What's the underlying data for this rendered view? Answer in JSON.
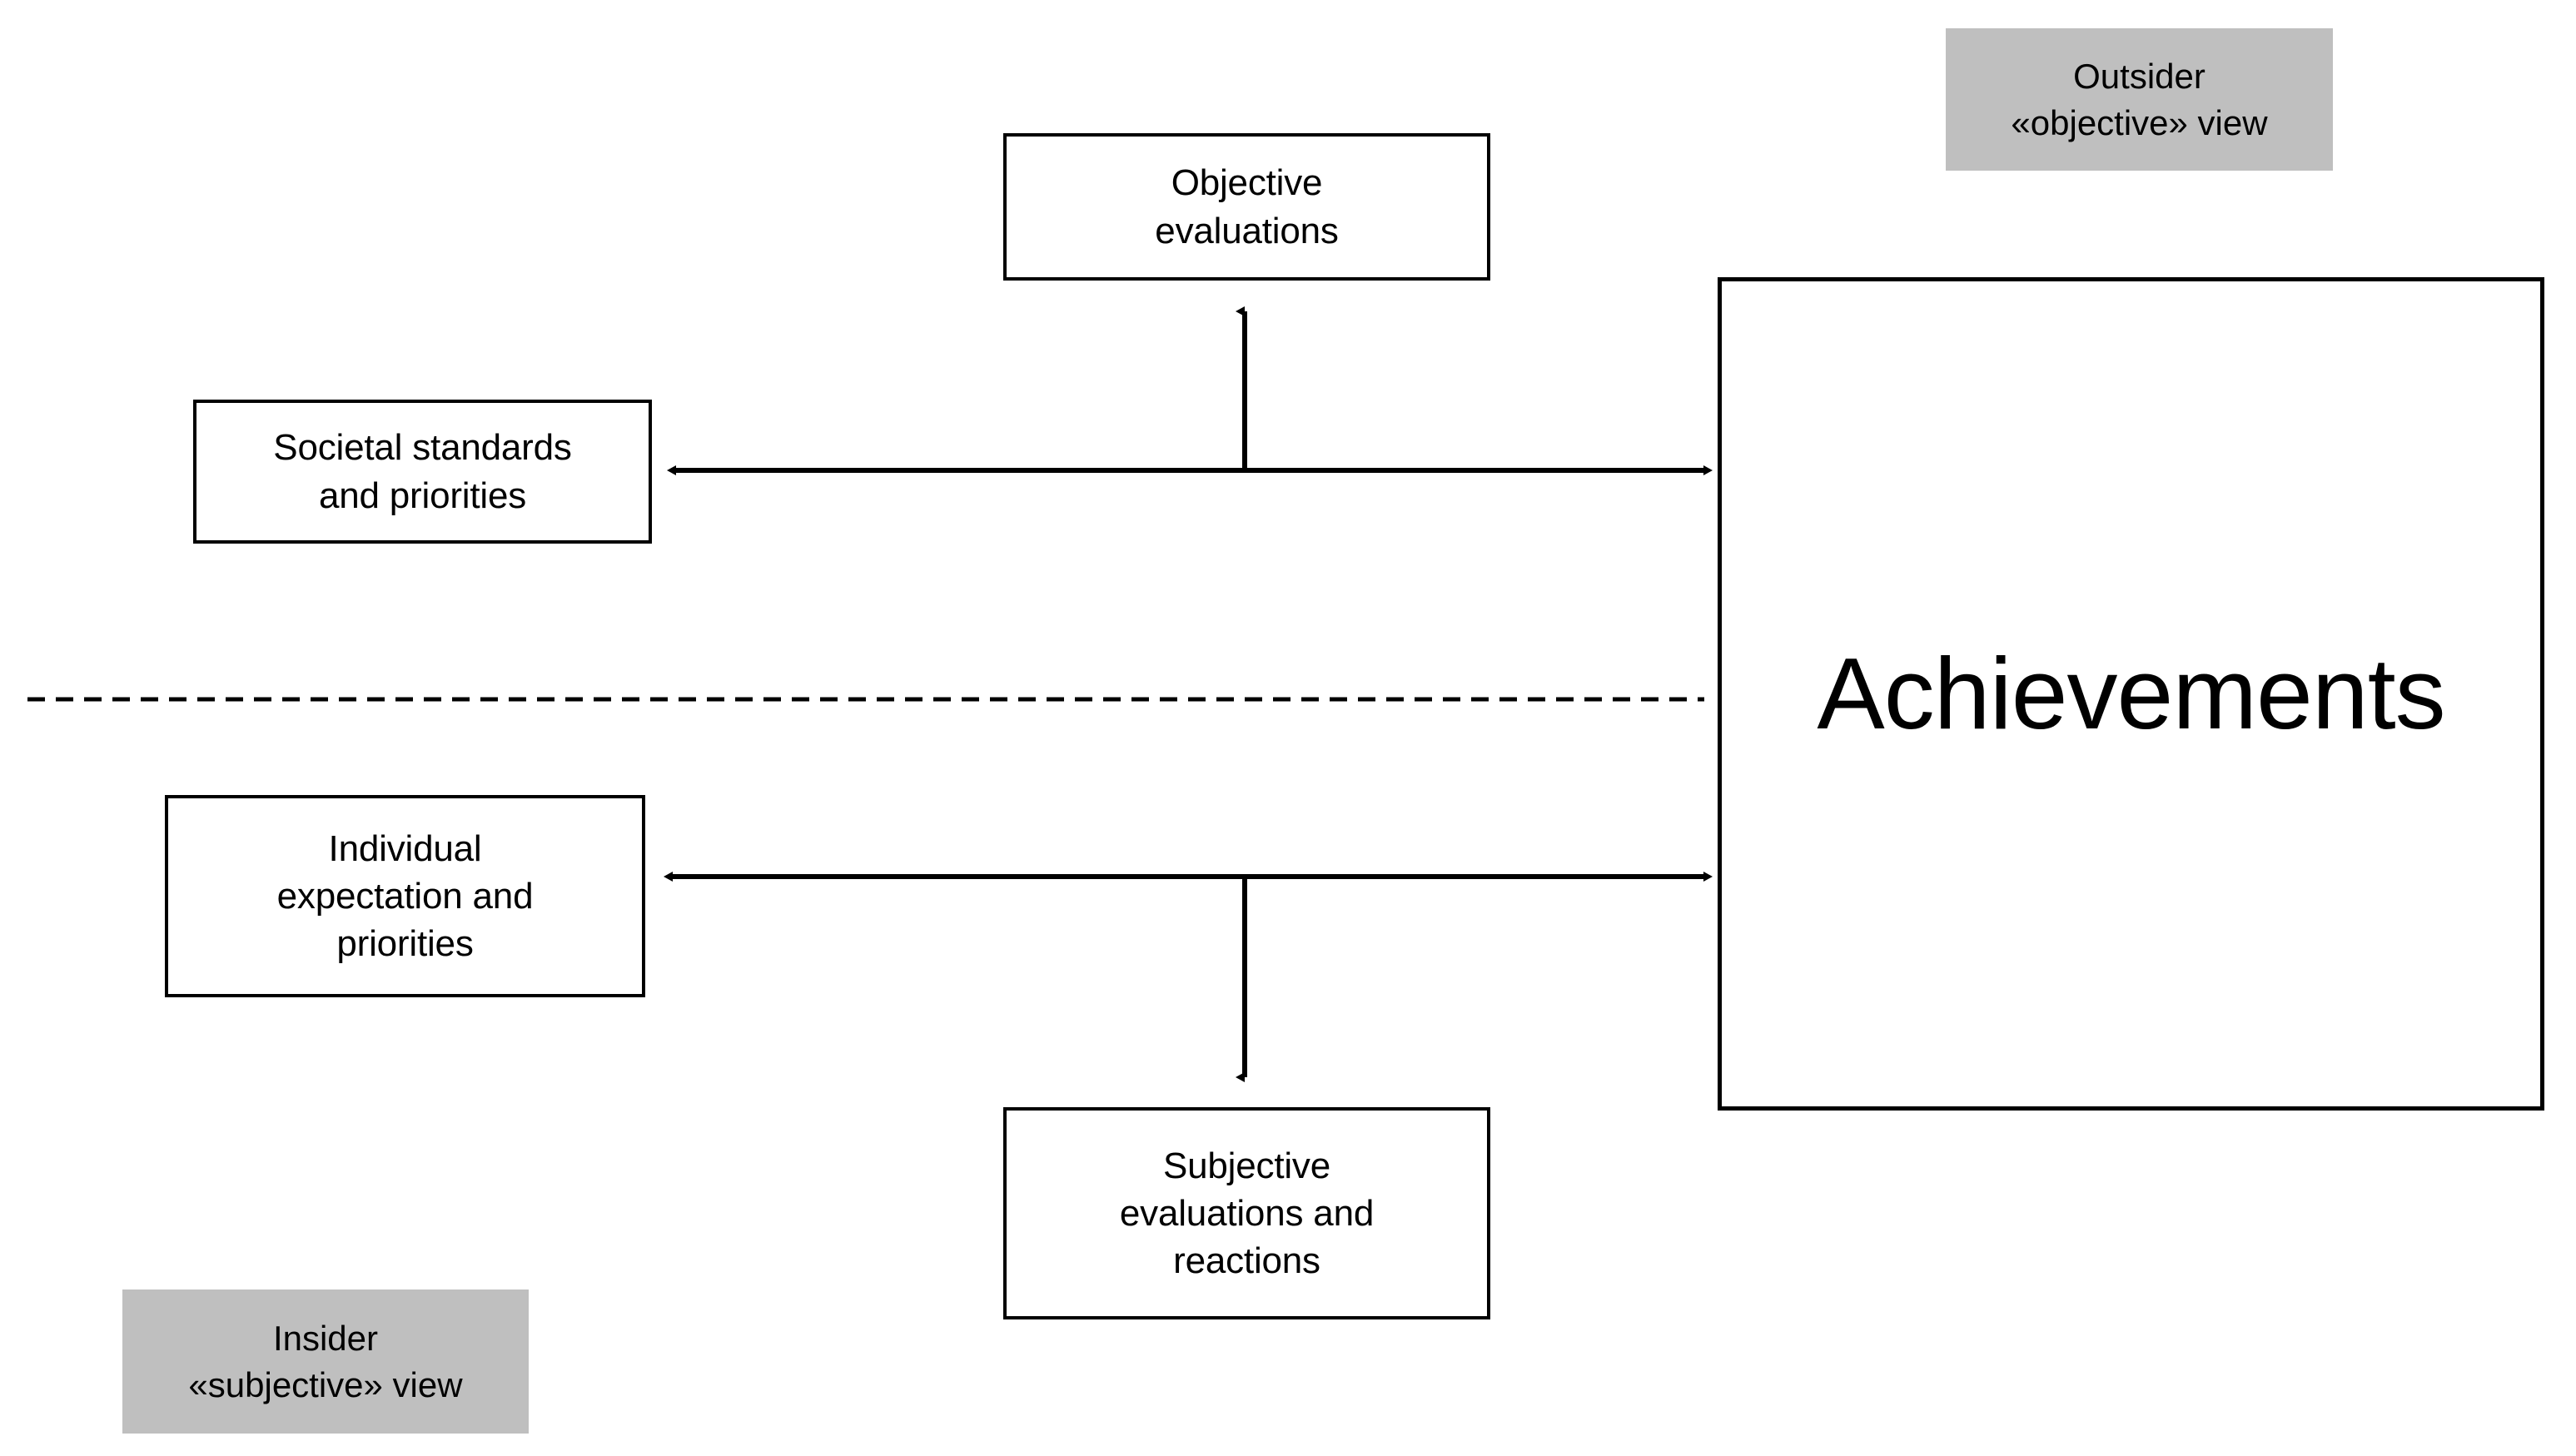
{
  "diagram": {
    "title_concept": "Achievements",
    "boxes": {
      "achievements": {
        "label": "Achievements"
      },
      "objective_evaluations": {
        "label": "Objective\nevaluations"
      },
      "societal_standards": {
        "label": "Societal standards\nand priorities"
      },
      "individual_expectation": {
        "label": "Individual\nexpectation and\npriorities"
      },
      "subjective_evaluations": {
        "label": "Subjective\nevaluations and\nreactions"
      }
    },
    "legend": {
      "outsider": {
        "label": "Outsider\n«objective» view"
      },
      "insider": {
        "label": "Insider\n«subjective» view"
      }
    },
    "divider": {
      "style": "dashed",
      "orientation": "horizontal"
    },
    "colors": {
      "shaded_label_background": "#bfbfbf",
      "stroke": "#000000",
      "page_background": "#ffffff"
    },
    "connectors": [
      {
        "name": "societal-to-achievements",
        "type": "double-headed-horizontal"
      },
      {
        "name": "objective-evaluations-up",
        "type": "single-headed-vertical-up"
      },
      {
        "name": "individual-to-achievements",
        "type": "double-headed-horizontal"
      },
      {
        "name": "subjective-evaluations-down",
        "type": "single-headed-vertical-down"
      }
    ]
  }
}
